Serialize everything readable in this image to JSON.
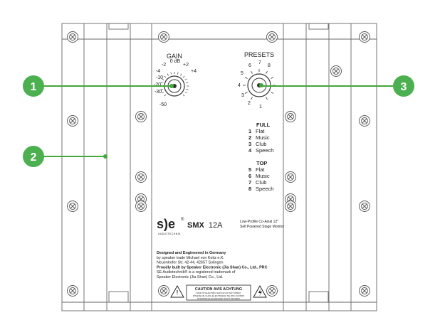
{
  "gain": {
    "title": "GAIN",
    "ticks": [
      "-50",
      "-30",
      "-20",
      "-10",
      "-4",
      "-2",
      "0 dB",
      "+2",
      "+4"
    ]
  },
  "presets": {
    "title": "PRESETS",
    "ticks": [
      "1",
      "2",
      "3",
      "4",
      "5",
      "6",
      "7",
      "8"
    ],
    "groups": [
      {
        "title": "FULL",
        "items": [
          {
            "num": "1",
            "label": "Flat"
          },
          {
            "num": "2",
            "label": "Music"
          },
          {
            "num": "3",
            "label": "Club"
          },
          {
            "num": "4",
            "label": "Speech"
          }
        ]
      },
      {
        "title": "TOP",
        "items": [
          {
            "num": "5",
            "label": "Flat"
          },
          {
            "num": "6",
            "label": "Music"
          },
          {
            "num": "7",
            "label": "Club"
          },
          {
            "num": "8",
            "label": "Speech"
          }
        ]
      }
    ]
  },
  "brand": {
    "logo_main": "s)e",
    "logo_sup": "®",
    "logo_sub": "AUDIOTECHNIK",
    "model": "SMX",
    "model_num": "12A",
    "desc_line1": "Low-Profile Co-Axial 12\"",
    "desc_line2": "Self Powered Stage Monitor"
  },
  "credits": [
    {
      "text": "Designed and Engineered in Germany",
      "bold": true
    },
    {
      "text": "by speaker trade Michael von Keitz e.K.",
      "bold": false
    },
    {
      "text": "Neuenhofer Str. 42-44, 42657 Solingen",
      "bold": false
    },
    {
      "text": "Proudly built by Speaker Electronic (Jia Shan) Co., Ltd., PRC",
      "bold": true
    },
    {
      "text": "SE Audiotechnik® is a registered trademark of",
      "bold": false
    },
    {
      "text": "Speaker Electronic (Jia Shan) Co., Ltd.",
      "bold": false
    }
  ],
  "caution": {
    "title": "CAUTION  AVIS  ACHTUNG",
    "line1": "RISK OF ELECTRIC SHOCK! DO NOT OPEN!",
    "line2": "RISQUE DE CHOC ÉLECTRIQUE! NE PAS OUVRIR!",
    "line3": "STROMSCHLAGGEFAHR! NICHT ÖFFNEN!"
  },
  "callouts": [
    {
      "label": "1"
    },
    {
      "label": "2"
    },
    {
      "label": "3"
    }
  ],
  "colors": {
    "callout": "#4caf50",
    "line": "#555555",
    "leader": "#43a83a"
  }
}
